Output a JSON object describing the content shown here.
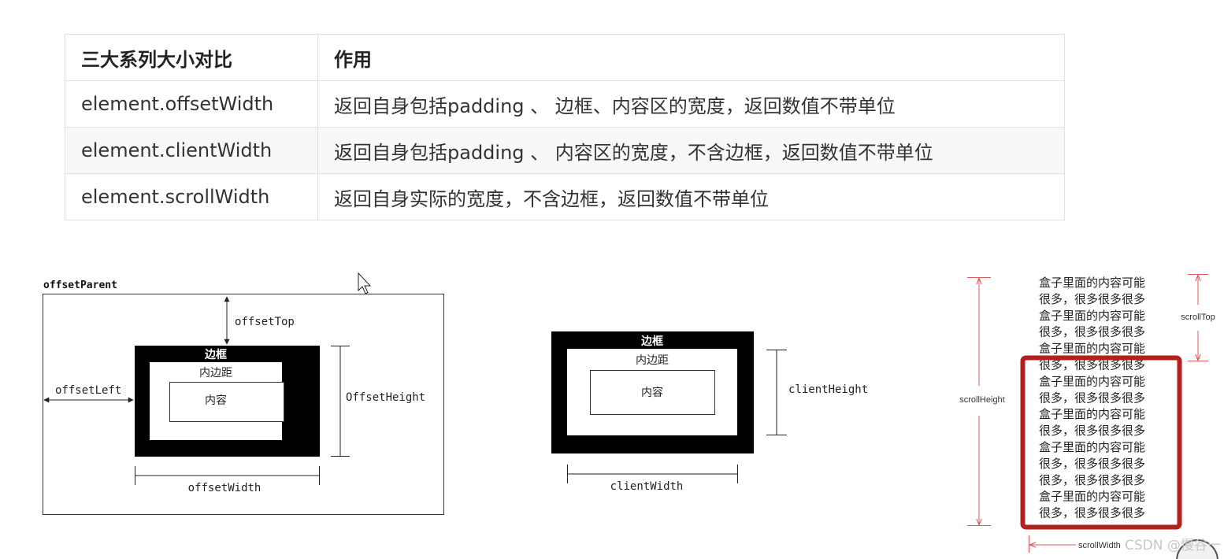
{
  "table": {
    "headers": [
      "三大系列大小对比",
      "作用"
    ],
    "rows": [
      [
        "element.offsetWidth",
        "返回自身包括padding 、 边框、内容区的宽度，返回数值不带单位"
      ],
      [
        "element.clientWidth",
        "返回自身包括padding 、 内容区的宽度，不含边框，返回数值不带单位"
      ],
      [
        "element.scrollWidth",
        "返回自身实际的宽度，不含边框，返回数值不带单位"
      ]
    ]
  },
  "offset_diagram": {
    "parent_label": "offsetParent",
    "top_label": "offsetTop",
    "left_label": "offsetLeft",
    "height_label": "OffsetHeight",
    "width_label": "offsetWidth",
    "border_label": "边框",
    "padding_label": "内边距",
    "content_label": "内容"
  },
  "client_diagram": {
    "border_label": "边框",
    "padding_label": "内边距",
    "content_label": "内容",
    "height_label": "clientHeight",
    "width_label": "clientWidth"
  },
  "scroll_diagram": {
    "lines": [
      "盒子里面的内容可能",
      "很多，很多很多很多",
      "盒子里面的内容可能",
      "很多，很多很多很多",
      "盒子里面的内容可能",
      "很多，很多很多很多",
      "盒子里面的内容可能",
      "很多，很多很多很多",
      "盒子里面的内容可能",
      "很多，很多很多很多",
      "盒子里面的内容可能",
      "很多，很多很多很多",
      "很多，很多很多很多",
      "盒子里面的内容可能",
      "很多，很多很多很多"
    ],
    "height_label": "scrollHeight",
    "top_label": "scrollTop",
    "width_label": "scrollWidth",
    "accent_color": "#b3211e",
    "arrow_color": "#e05a5a"
  },
  "watermark": "CSDN @慢谷一"
}
